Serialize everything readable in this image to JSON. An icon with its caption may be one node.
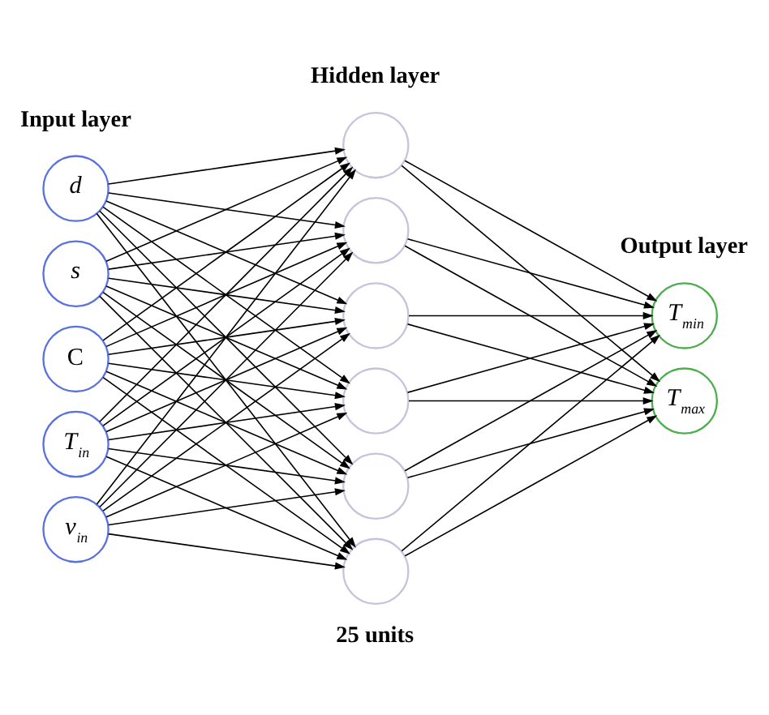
{
  "diagram": {
    "nodes": [
      {
        "text": [
          "d"
        ]
      },
      {
        "text": [
          "s"
        ]
      },
      {
        "text": [
          "C"
        ]
      },
      {
        "text": [
          "T$_{in}$"
        ]
      },
      {
        "text": [
          "v$_{in}$"
        ]
      },
      {
        "text": [],
        "shape": "circle"
      },
      {
        "text": [],
        "shape": "circle"
      },
      {
        "text": [],
        "shape": "circle"
      },
      {
        "text": [],
        "shape": "circle"
      },
      {
        "text": [],
        "shape": "circle"
      },
      {
        "text": [],
        "shape": "circle"
      },
      {
        "text": [
          "T$_{min}$"
        ]
      },
      {
        "text": [
          "T$_{max}$"
        ]
      }
    ],
    "edges": [
      {
        "from": 0,
        "to": 5,
        "arrow": "to"
      },
      {
        "from": 0,
        "to": 6,
        "arrow": "to"
      },
      {
        "from": 0,
        "to": 7,
        "arrow": "to"
      },
      {
        "from": 0,
        "to": 8,
        "arrow": "to"
      },
      {
        "from": 0,
        "to": 9,
        "arrow": "to"
      },
      {
        "from": 0,
        "to": 10,
        "arrow": "to"
      },
      {
        "from": 1,
        "to": 5,
        "arrow": "to"
      },
      {
        "from": 1,
        "to": 6,
        "arrow": "to"
      },
      {
        "from": 1,
        "to": 7,
        "arrow": "to"
      },
      {
        "from": 1,
        "to": 8,
        "arrow": "to"
      },
      {
        "from": 1,
        "to": 9,
        "arrow": "to"
      },
      {
        "from": 1,
        "to": 10,
        "arrow": "to"
      },
      {
        "from": 2,
        "to": 5,
        "arrow": "to"
      },
      {
        "from": 2,
        "to": 6,
        "arrow": "to"
      },
      {
        "from": 2,
        "to": 7,
        "arrow": "to"
      },
      {
        "from": 2,
        "to": 8,
        "arrow": "to"
      },
      {
        "from": 2,
        "to": 9,
        "arrow": "to"
      },
      {
        "from": 2,
        "to": 10,
        "arrow": "to"
      },
      {
        "from": 3,
        "to": 5,
        "arrow": "to"
      },
      {
        "from": 3,
        "to": 6,
        "arrow": "to"
      },
      {
        "from": 3,
        "to": 7,
        "arrow": "to"
      },
      {
        "from": 3,
        "to": 8,
        "arrow": "to"
      },
      {
        "from": 3,
        "to": 9,
        "arrow": "to"
      },
      {
        "from": 3,
        "to": 10,
        "arrow": "to"
      },
      {
        "from": 4,
        "to": 5,
        "arrow": "to"
      },
      {
        "from": 4,
        "to": 6,
        "arrow": "to"
      },
      {
        "from": 4,
        "to": 7,
        "arrow": "to"
      },
      {
        "from": 4,
        "to": 8,
        "arrow": "to"
      },
      {
        "from": 4,
        "to": 9,
        "arrow": "to"
      },
      {
        "from": 4,
        "to": 10,
        "arrow": "to"
      },
      {
        "from": 5,
        "to": 11,
        "arrow": "to"
      },
      {
        "from": 5,
        "to": 12,
        "arrow": "to"
      },
      {
        "from": 6,
        "to": 11,
        "arrow": "to"
      },
      {
        "from": 6,
        "to": 12,
        "arrow": "to"
      },
      {
        "from": 7,
        "to": 11,
        "arrow": "to"
      },
      {
        "from": 7,
        "to": 12,
        "arrow": "to"
      },
      {
        "from": 8,
        "to": 11,
        "arrow": "to"
      },
      {
        "from": 8,
        "to": 12,
        "arrow": "to"
      },
      {
        "from": 9,
        "to": 11,
        "arrow": "to"
      },
      {
        "from": 9,
        "to": 12,
        "arrow": "to"
      },
      {
        "from": 10,
        "to": 11,
        "arrow": "to"
      },
      {
        "from": 10,
        "to": 12,
        "arrow": "to"
      }
    ],
    "labels": [
      "Input layer",
      "Hidden layer",
      "Output layer",
      "25 units"
    ]
  }
}
